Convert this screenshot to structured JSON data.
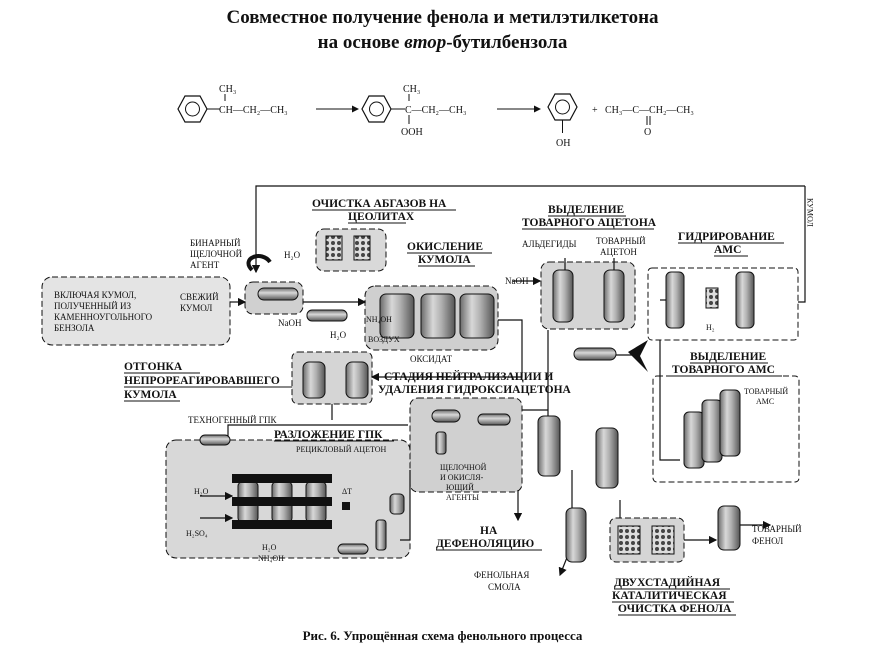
{
  "title": {
    "line1": "Совместное получение фенола и метилэтилкетона",
    "line2_pre": "на основе ",
    "line2_ital": "втор",
    "line2_post": "-бутилбензола"
  },
  "reaction": {
    "ch3_a": "CH₃",
    "chain_a": "CH—CH₂—CH₃",
    "ch3_b": "CH₃",
    "chain_b": "C—CH₂—CH₃",
    "ooh": "OOH",
    "oh": "OH",
    "plus": "+",
    "mek_left": "CH₃—C—CH₂—CH₃",
    "mek_o": "O"
  },
  "labels": {
    "abgaz_1": "ОЧИСТКА АБГАЗОВ НА",
    "abgaz_2": "ЦЕОЛИТАХ",
    "oxid_1": "ОКИСЛЕНИЕ",
    "oxid_2": "КУМОЛА",
    "binary_1": "БИНАРНЫЙ",
    "binary_2": "ЩЕЛОЧНОЙ",
    "binary_3": "АГЕНТ",
    "h2o_top": "H₂O",
    "feed_1": "ВКЛЮЧАЯ КУМОЛ,",
    "feed_2": "ПОЛУЧЕННЫЙ ИЗ",
    "feed_3": "КАМЕННОУГОЛЬНОГО",
    "feed_4": "БЕНЗОЛА",
    "fresh_1": "СВЕЖИЙ",
    "fresh_2": "КУМОЛ",
    "naoh_left": "NaOH",
    "h2o_mid": "H₂O",
    "nh4oh": "NH₄OH",
    "air": "ВОЗДУХ",
    "oxidat": "ОКСИДАТ",
    "acetone_sep_1": "ВЫДЕЛЕНИЕ",
    "acetone_sep_2": "ТОВАРНОГО АЦЕТОНА",
    "aldehydes": "АЛЬДЕГИДЫ",
    "acetone_prod_1": "ТОВАРНЫЙ",
    "acetone_prod_2": "АЦЕТОН",
    "naoh_right": "NaOH",
    "hydro_1": "ГИДРИРОВАНИЕ",
    "hydro_2": "АМС",
    "h2": "H₂",
    "kumol_vertical": "КУМОЛ",
    "strip_1": "ОТГОНКА",
    "strip_2": "НЕПРОРЕАГИРОВАВШЕГО",
    "strip_3": "КУМОЛА",
    "neutr_1": "СТАДИЯ НЕЙТРАЛИЗАЦИИ И",
    "neutr_2": "УДАЛЕНИЯ ГИДРОКСИАЦЕТОНА",
    "ams_sep_1": "ВЫДЕЛЕНИЕ",
    "ams_sep_2": "ТОВАРНОГО АМС",
    "ams_prod_1": "ТОВАРНЫЙ",
    "ams_prod_2": "АМС",
    "tech_gpk": "ТЕХНОГЕННЫЙ ГПК",
    "decomp": "РАЗЛОЖЕНИЕ ГПК",
    "recycle_acetone": "РЕЦИКЛОВЫЙ АЦЕТОН",
    "h2o_low": "H₂O",
    "h2so4": "H₂SO₄",
    "delta_t": "ΔT",
    "h2o_bottom": "H₂O",
    "nh4oh_bottom": "NH₄OH",
    "alk_1": "ЩЕЛОЧНОЙ",
    "alk_2": "И ОКИСЛЯ-",
    "alk_3": "ЮЩИЙ",
    "alk_4": "АГЕНТЫ",
    "dephenol_1": "НА",
    "dephenol_2": "ДЕФЕНОЛЯЦИЮ",
    "resin_1": "ФЕНОЛЬНАЯ",
    "resin_2": "СМОЛА",
    "phenol_prod_1": "ТОВАРНЫЙ",
    "phenol_prod_2": "ФЕНОЛ",
    "cat_1": "ДВУХСТАДИЙНАЯ",
    "cat_2": "КАТАЛИТИЧЕСКАЯ",
    "cat_3": "ОЧИСТКА ФЕНОЛА"
  },
  "caption": "Рис. 6. Упрощённая схема фенольного процесса"
}
